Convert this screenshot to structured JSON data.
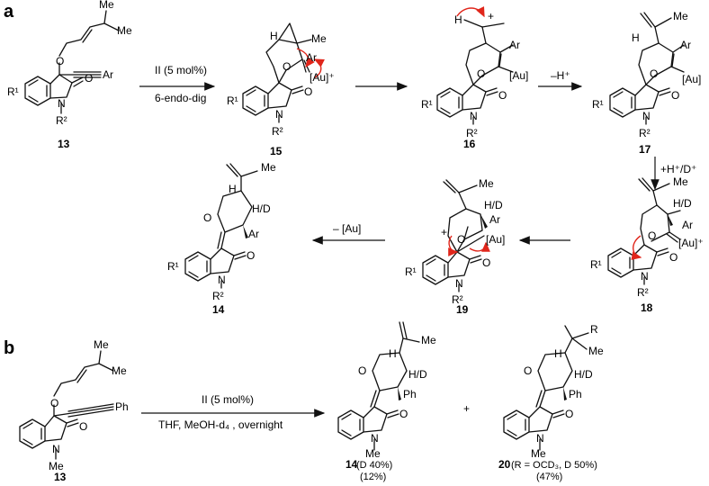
{
  "panels": {
    "a": "a",
    "b": "b"
  },
  "atoms": {
    "Me": "Me",
    "O": "O",
    "N": "N",
    "H": "H",
    "Ar": "Ar",
    "Ph": "Ph",
    "R1": "R¹",
    "R2": "R²",
    "Au": "[Au]",
    "Au_plus": "[Au]⁺",
    "HD": "H/D",
    "R": "R",
    "plus": "+",
    "minus": "–"
  },
  "reagents": {
    "step1_top": "II (5 mol%)",
    "step1_bottom": "6-endo-dig",
    "deprot": "–H⁺",
    "reprot": "+H⁺/D⁺",
    "au_loss": "– [Au]",
    "b_top": "II (5 mol%)",
    "b_bottom": "THF, MeOH-d₄ , overnight"
  },
  "compounds": {
    "c13": "13",
    "c15": "15",
    "c16": "16",
    "c17": "17",
    "c18": "18",
    "c19": "19",
    "c14": "14",
    "b13": "13",
    "b14": "14",
    "b14_detail": "(D 40%)",
    "b14_yield": "(12%)",
    "b20": "20",
    "b20_detail": "(R = OCD₃, D 50%)",
    "b20_yield": "(47%)"
  }
}
